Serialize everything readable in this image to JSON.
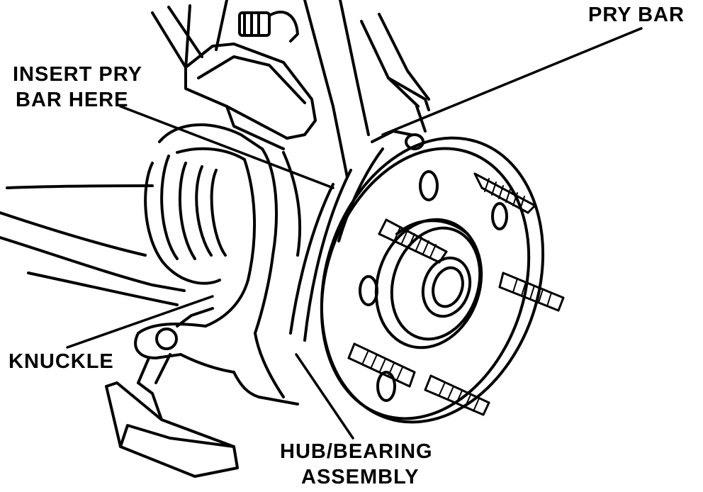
{
  "labels": {
    "pry_bar": "PRY BAR",
    "insert_line1": "INSERT PRY",
    "insert_line2": "BAR HERE",
    "knuckle": "KNUCKLE",
    "hub_line1": "HUB/BEARING",
    "hub_line2": "ASSEMBLY"
  },
  "colors": {
    "ink": "#000000",
    "paper": "#ffffff"
  }
}
